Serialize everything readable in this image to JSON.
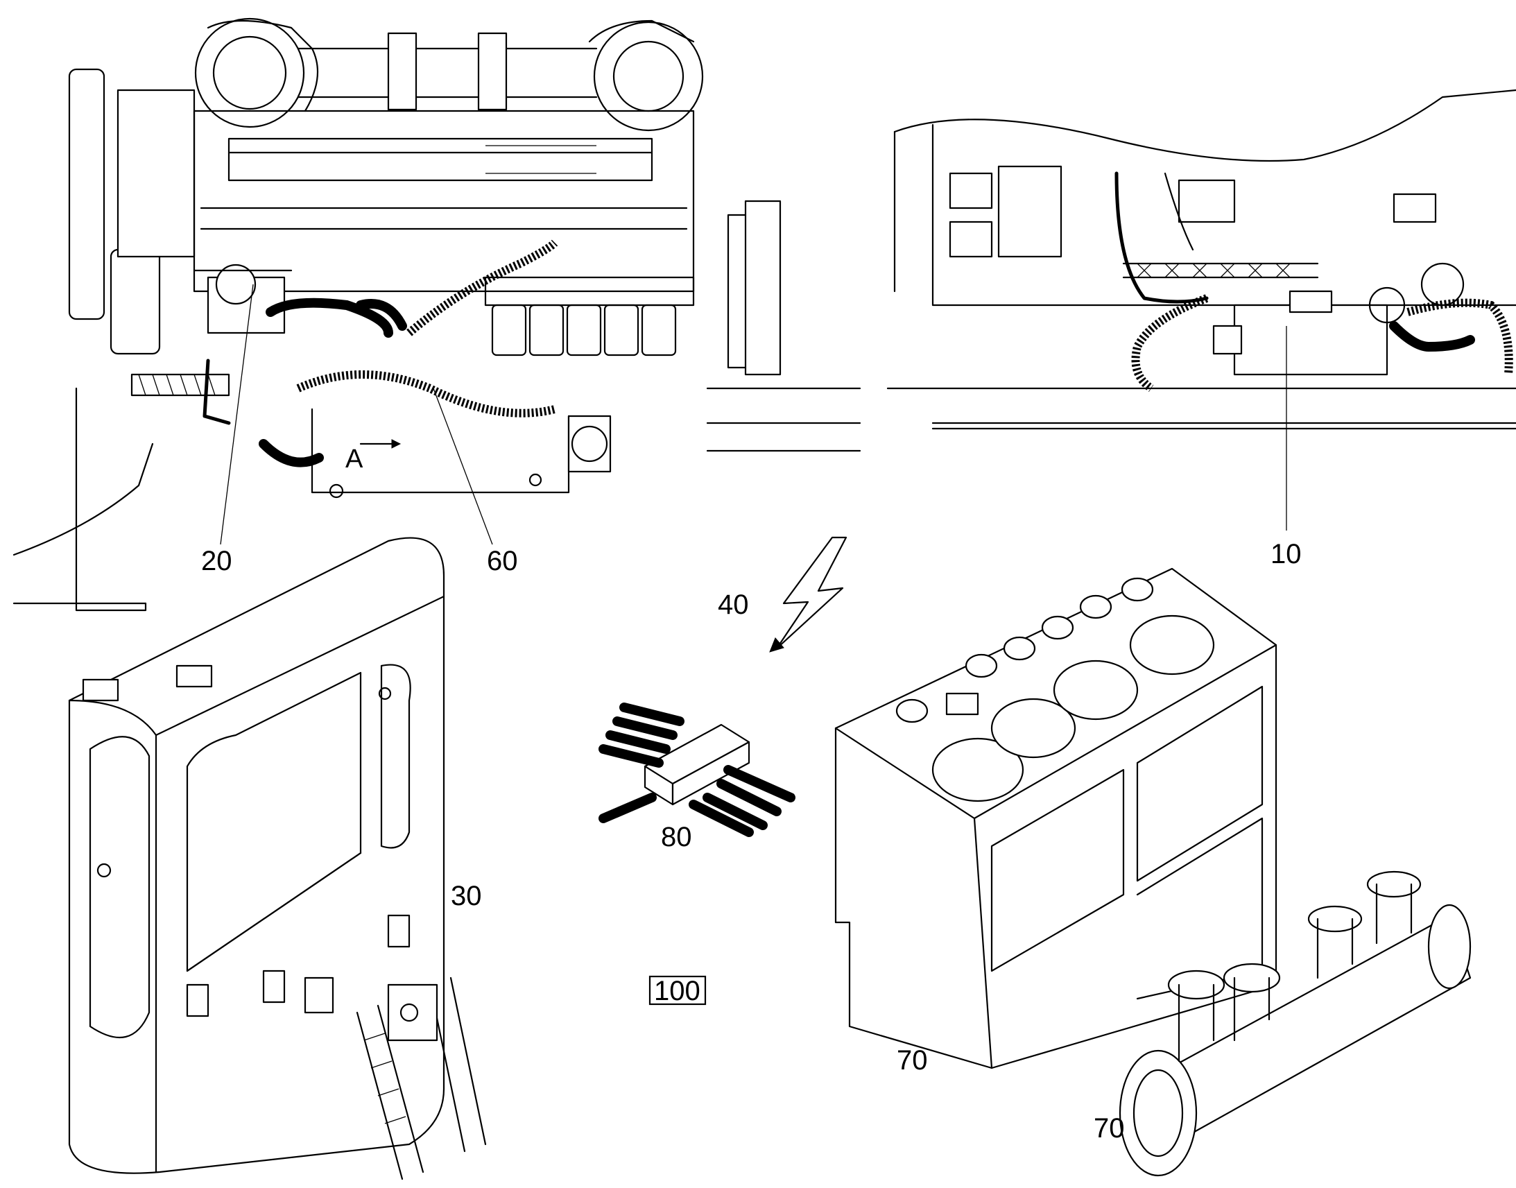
{
  "diagram": {
    "callouts": {
      "c20": "20",
      "c60": "60",
      "c10": "10",
      "c40": "40",
      "c80": "80",
      "c30": "30",
      "c100": "100",
      "c70a": "70",
      "c70b": "70"
    },
    "view_marker": "A"
  }
}
